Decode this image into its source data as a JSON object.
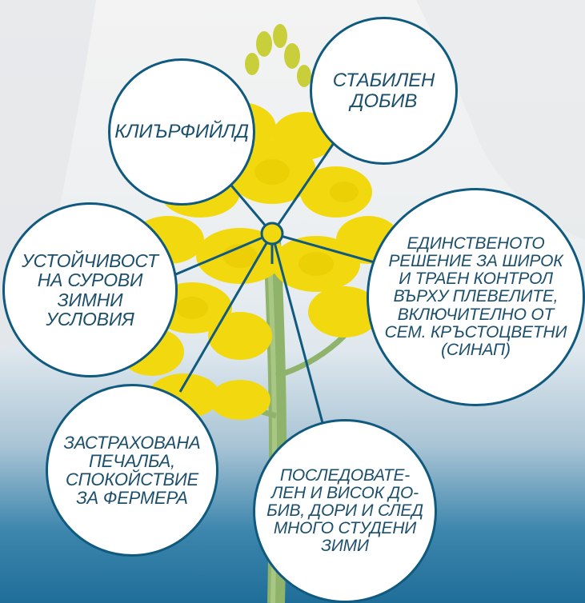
{
  "center_node": {
    "name": "hub"
  },
  "benefits": [
    {
      "id": "clearfield",
      "text": "КЛИЪРФИЙЛД"
    },
    {
      "id": "stable-yield",
      "text": "СТАБИЛЕН\nДОБИВ"
    },
    {
      "id": "weed-control",
      "text": "ЕДИНСТВЕНОТО\nРЕШЕНИЕ ЗА ШИРОК\nИ ТРАЕН КОНТРОЛ\nВЪРХУ ПЛЕВЕЛИТЕ,\nВКЛЮЧИТЕЛНО ОТ\nСЕМ. КРЪСТОЦВЕТНИ\n(СИНАП)"
    },
    {
      "id": "winter-resistance",
      "text": "УСТОЙЧИВОСТ\nНА СУРОВИ\nЗИМНИ\nУСЛОВИЯ"
    },
    {
      "id": "secured-profit",
      "text": "ЗАСТРАХОВАНА\nПЕЧАЛБА,\nСПОКОЙСТВИЕ\nЗА ФЕРМЕРА"
    },
    {
      "id": "high-yield",
      "text": "ПОСЛЕДОВАТЕ-\nЛЕН И ВИСОК ДО-\nБИВ, ДОРИ И СЛЕД\nМНОГО СТУДЕНИ\nЗИМИ"
    }
  ],
  "colors": {
    "circle_border": "#0f5a7e",
    "text": "#1c4f6b",
    "flower": "#f2d90f",
    "stem": "#8fb36a",
    "background_bottom": "#1f6e99"
  }
}
